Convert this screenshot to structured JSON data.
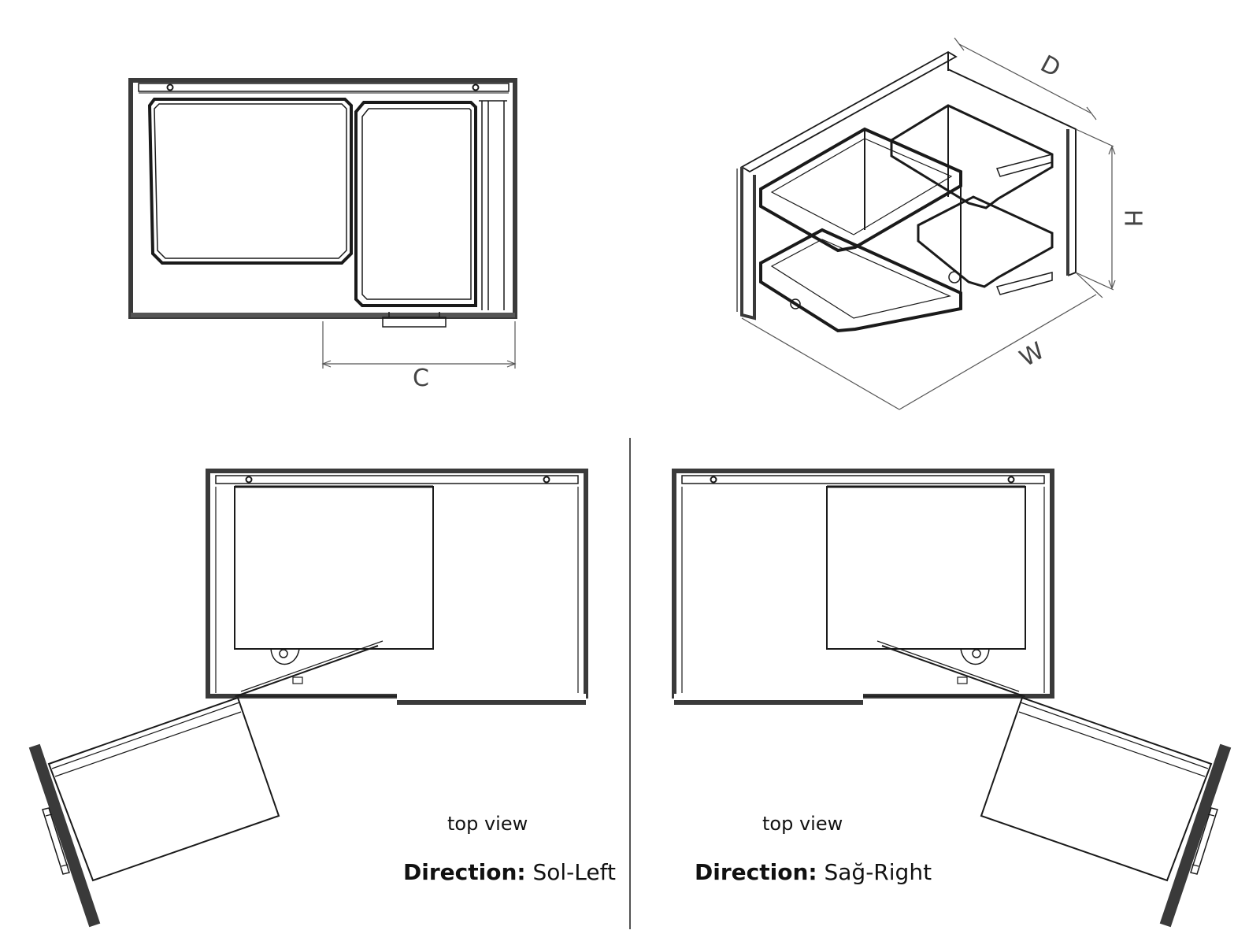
{
  "colors": {
    "frame": "#3a3a3a",
    "line": "#1a1a1a",
    "dim": "#555555"
  },
  "dimensions": {
    "c": "C",
    "d": "D",
    "h": "H",
    "w": "W"
  },
  "left_view": {
    "caption": "top view",
    "direction_label": "Direction:",
    "direction_value": "Sol-Left"
  },
  "right_view": {
    "caption": "top view",
    "direction_label": "Direction:",
    "direction_value": "Sağ-Right"
  }
}
